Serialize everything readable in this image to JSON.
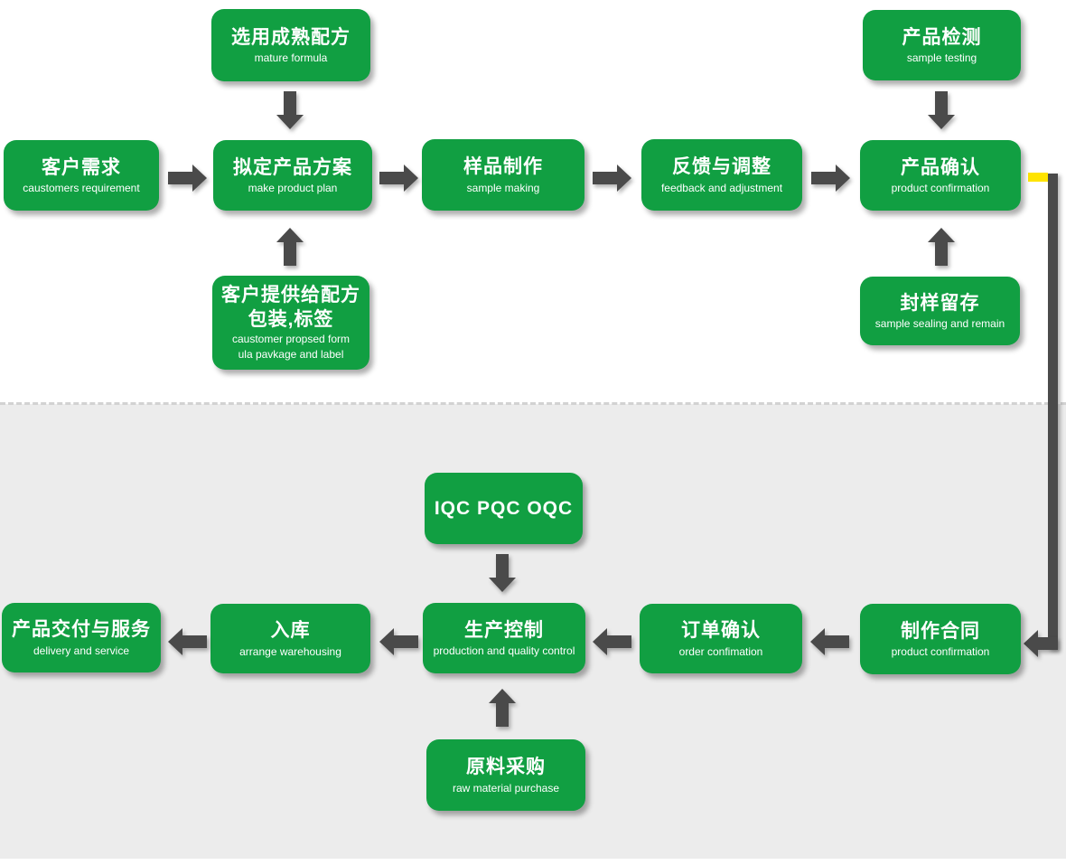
{
  "colors": {
    "green": "#119f42",
    "arrow": "#4a4a4a",
    "section": "#ececec",
    "divider": "#d2d2d2",
    "yellow": "#ffe400",
    "text": "#ffffff"
  },
  "nodes": {
    "mature_formula": {
      "title": "选用成熟配方",
      "subtitle": "mature formula"
    },
    "product_testing": {
      "title": "产品检测",
      "subtitle": "sample testing"
    },
    "customer_requirement": {
      "title": "客户需求",
      "subtitle": "caustomers requirement"
    },
    "product_plan": {
      "title": "拟定产品方案",
      "subtitle": "make product plan"
    },
    "sample_making": {
      "title": "样品制作",
      "subtitle": "sample making"
    },
    "feedback_adjustment": {
      "title": "反馈与调整",
      "subtitle": "feedback and adjustment"
    },
    "product_confirmation": {
      "title": "产品确认",
      "subtitle": "product confirmation"
    },
    "customer_formula": {
      "title": "客户提供给配方",
      "title2": "包装,标签",
      "subtitle": "caustomer propsed form",
      "subtitle2": "ula pavkage and label"
    },
    "sample_sealing": {
      "title": "封样留存",
      "subtitle": "sample sealing and remain"
    },
    "iqc": {
      "title": "IQC PQC OQC"
    },
    "delivery_service": {
      "title": "产品交付与服务",
      "subtitle": "delivery and service"
    },
    "warehousing": {
      "title": "入库",
      "subtitle": "arrange warehousing"
    },
    "production_control": {
      "title": "生产控制",
      "subtitle": "production and quality control"
    },
    "order_confirmation": {
      "title": "订单确认",
      "subtitle": "order confimation"
    },
    "contract": {
      "title": "制作合同",
      "subtitle": "product confirmation"
    },
    "raw_material": {
      "title": "原料采购",
      "subtitle": "raw material purchase"
    }
  },
  "edges": [
    {
      "from": "选用成熟配方",
      "to": "拟定产品方案",
      "direction": "down"
    },
    {
      "from": "客户需求",
      "to": "拟定产品方案",
      "direction": "right"
    },
    {
      "from": "拟定产品方案",
      "to": "样品制作",
      "direction": "right"
    },
    {
      "from": "样品制作",
      "to": "反馈与调整",
      "direction": "right"
    },
    {
      "from": "反馈与调整",
      "to": "产品确认",
      "direction": "right"
    },
    {
      "from": "产品检测",
      "to": "产品确认",
      "direction": "down"
    },
    {
      "from": "客户提供给配方 包装,标签",
      "to": "拟定产品方案",
      "direction": "up"
    },
    {
      "from": "封样留存",
      "to": "产品确认",
      "direction": "up"
    },
    {
      "from": "产品确认",
      "to": "制作合同",
      "direction": "right-down-left"
    },
    {
      "from": "IQC PQC OQC",
      "to": "生产控制",
      "direction": "down"
    },
    {
      "from": "制作合同",
      "to": "订单确认",
      "direction": "left"
    },
    {
      "from": "订单确认",
      "to": "生产控制",
      "direction": "left"
    },
    {
      "from": "生产控制",
      "to": "入库",
      "direction": "left"
    },
    {
      "from": "入库",
      "to": "产品交付与服务",
      "direction": "left"
    },
    {
      "from": "原料采购",
      "to": "生产控制",
      "direction": "up"
    }
  ]
}
